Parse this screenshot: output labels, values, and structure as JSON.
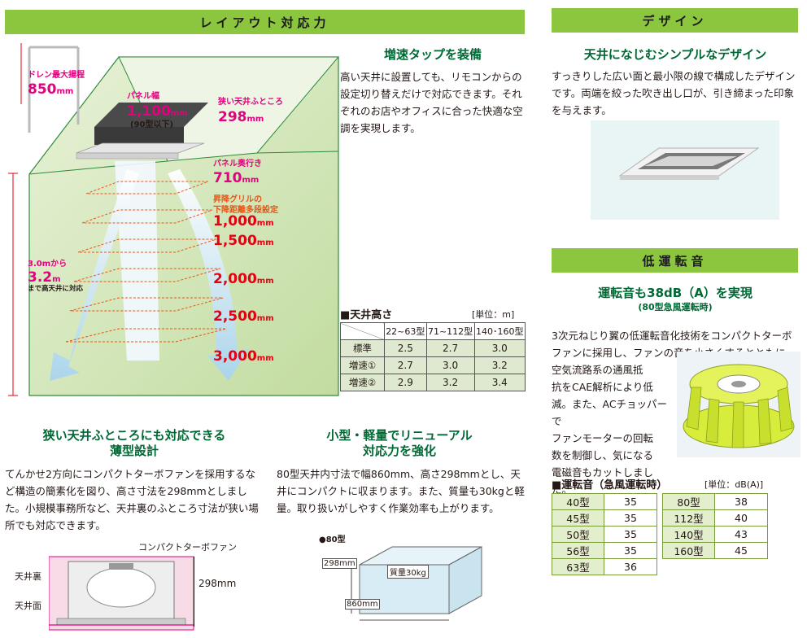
{
  "layout_section": {
    "banner": "レイアウト対応力",
    "diagram": {
      "drain_label": "ドレン最大揚程",
      "drain_value": "850",
      "panel_width_label": "パネル幅",
      "panel_width_value": "1,100",
      "panel_width_note": "(90型以下)",
      "narrow_label": "狭い天井ふところ",
      "narrow_value": "298",
      "panel_depth_label": "パネル奥行き",
      "panel_depth_value": "710",
      "grille_label_1": "昇降グリルの",
      "grille_label_2": "下降距離多段設定",
      "height_left_prefix": "3.0mから",
      "height_left_value": "3.2",
      "height_left_unit": "m",
      "height_left_suffix": "まで高天井に対応",
      "distances": [
        "1,000",
        "1,500",
        "2,000",
        "2,500",
        "3,000"
      ],
      "unit_mm": "mm"
    },
    "feature": {
      "title": "増速タップを装備",
      "text": "高い天井に設置しても、リモコンからの設定切り替えだけで対応できます。それぞれのお店やオフィスに合った快適な空調を実現します。"
    },
    "ceiling_table": {
      "title": "■天井高さ",
      "unit": "[単位：m]",
      "columns": [
        "22~63型",
        "71~112型",
        "140･160型"
      ],
      "rows": [
        {
          "label": "標準",
          "values": [
            "2.5",
            "2.7",
            "3.0"
          ]
        },
        {
          "label": "増速①",
          "values": [
            "2.7",
            "3.0",
            "3.2"
          ]
        },
        {
          "label": "増速②",
          "values": [
            "2.9",
            "3.2",
            "3.4"
          ]
        }
      ]
    }
  },
  "thin_section": {
    "title_line1": "狭い天井ふところにも対応できる",
    "title_line2": "薄型設計",
    "text": "てんかせ2方向にコンパクトターボファンを採用するなど構造の簡素化を図り、高さ寸法を298mmとしました。小規模事務所など、天井裏のふところ寸法が狭い場所でも対応できます。",
    "fan_label": "コンパクトターボファン",
    "above_ceiling": "天井裏",
    "ceiling_surface": "天井面",
    "height": "298mm"
  },
  "renewal_section": {
    "title_line1": "小型・軽量でリニューアル",
    "title_line2": "対応力を強化",
    "text": "80型天井内寸法で幅860mm、高さ298mmとし、天井にコンパクトに収まります。また、質量も30kgと軽量。取り扱いがしやすく作業効率も上がります。",
    "model": "●80型",
    "height": "298mm",
    "weight": "質量30kg",
    "width": "860mm"
  },
  "design_section": {
    "banner": "デザイン",
    "title": "天井になじむシンプルなデザイン",
    "text": "すっきりした広い面と最小限の線で構成したデザインです。両端を絞った吹き出し口が、引き締まった印象を与えます。"
  },
  "noise_section": {
    "banner": "低運転音",
    "title": "運転音も38dB（A）を実現",
    "subtitle": "(80型急風運転時)",
    "text_full": "3次元ねじり翼の低運転音化技術をコンパクトターボファンに採用し、ファンの音を小さくするとともに、",
    "text_wrap": [
      "空気流路系の通風抵",
      "抗をCAE解析により低",
      "減。また、ACチョッパーで",
      "ファンモーターの回転",
      "数を制御し、気になる",
      "電磁音もカットしました。"
    ],
    "table_title": "■運転音（急風運転時）",
    "table_unit": "[単位：dB(A)]",
    "table_left": [
      {
        "model": "40型",
        "value": "35"
      },
      {
        "model": "45型",
        "value": "35"
      },
      {
        "model": "50型",
        "value": "35"
      },
      {
        "model": "56型",
        "value": "35"
      },
      {
        "model": "63型",
        "value": "36"
      }
    ],
    "table_right": [
      {
        "model": "80型",
        "value": "38"
      },
      {
        "model": "112型",
        "value": "40"
      },
      {
        "model": "140型",
        "value": "43"
      },
      {
        "model": "160型",
        "value": "45"
      }
    ]
  }
}
